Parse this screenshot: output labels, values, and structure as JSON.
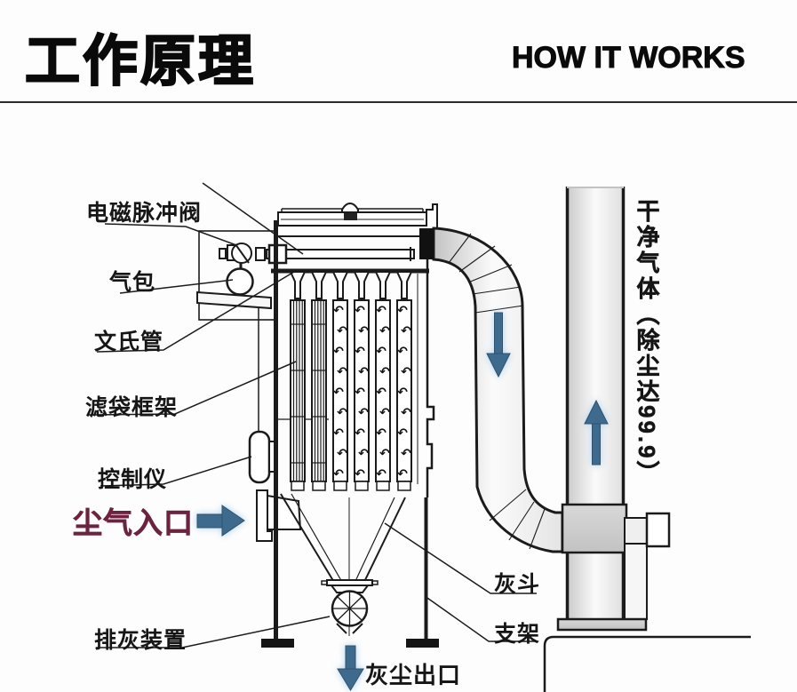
{
  "header": {
    "title_zh": "工作原理",
    "title_en": "HOW IT WORKS"
  },
  "labels": {
    "pulse_valve": "电磁脉冲阀",
    "air_bag": "气包",
    "venturi": "文氏管",
    "filter_bag_frame": "滤袋框架",
    "controller": "控制仪",
    "dusty_air_inlet": "尘气入口",
    "ash_discharge_device": "排灰装置",
    "ash_hopper": "灰斗",
    "support_frame": "支架",
    "dust_outlet": "灰尘出口",
    "clean_gas": "干净气体（除尘达99.9）"
  },
  "diagram": {
    "swirls": {
      "glyph": "↶",
      "bag_centers": [
        383,
        407,
        431,
        455
      ],
      "row_ys": [
        354,
        377,
        400,
        423,
        446,
        469,
        492,
        515,
        538
      ]
    },
    "icons": {
      "inlet": "right-arrow",
      "duct_flow": "down-arrow",
      "stack_flow": "up-arrow",
      "dust_exit": "down-arrow"
    }
  },
  "colors": {
    "accent_maroon": "#6d2240",
    "arrow_blue": "#3e6a8e",
    "line_color": "#1b1b1b"
  }
}
